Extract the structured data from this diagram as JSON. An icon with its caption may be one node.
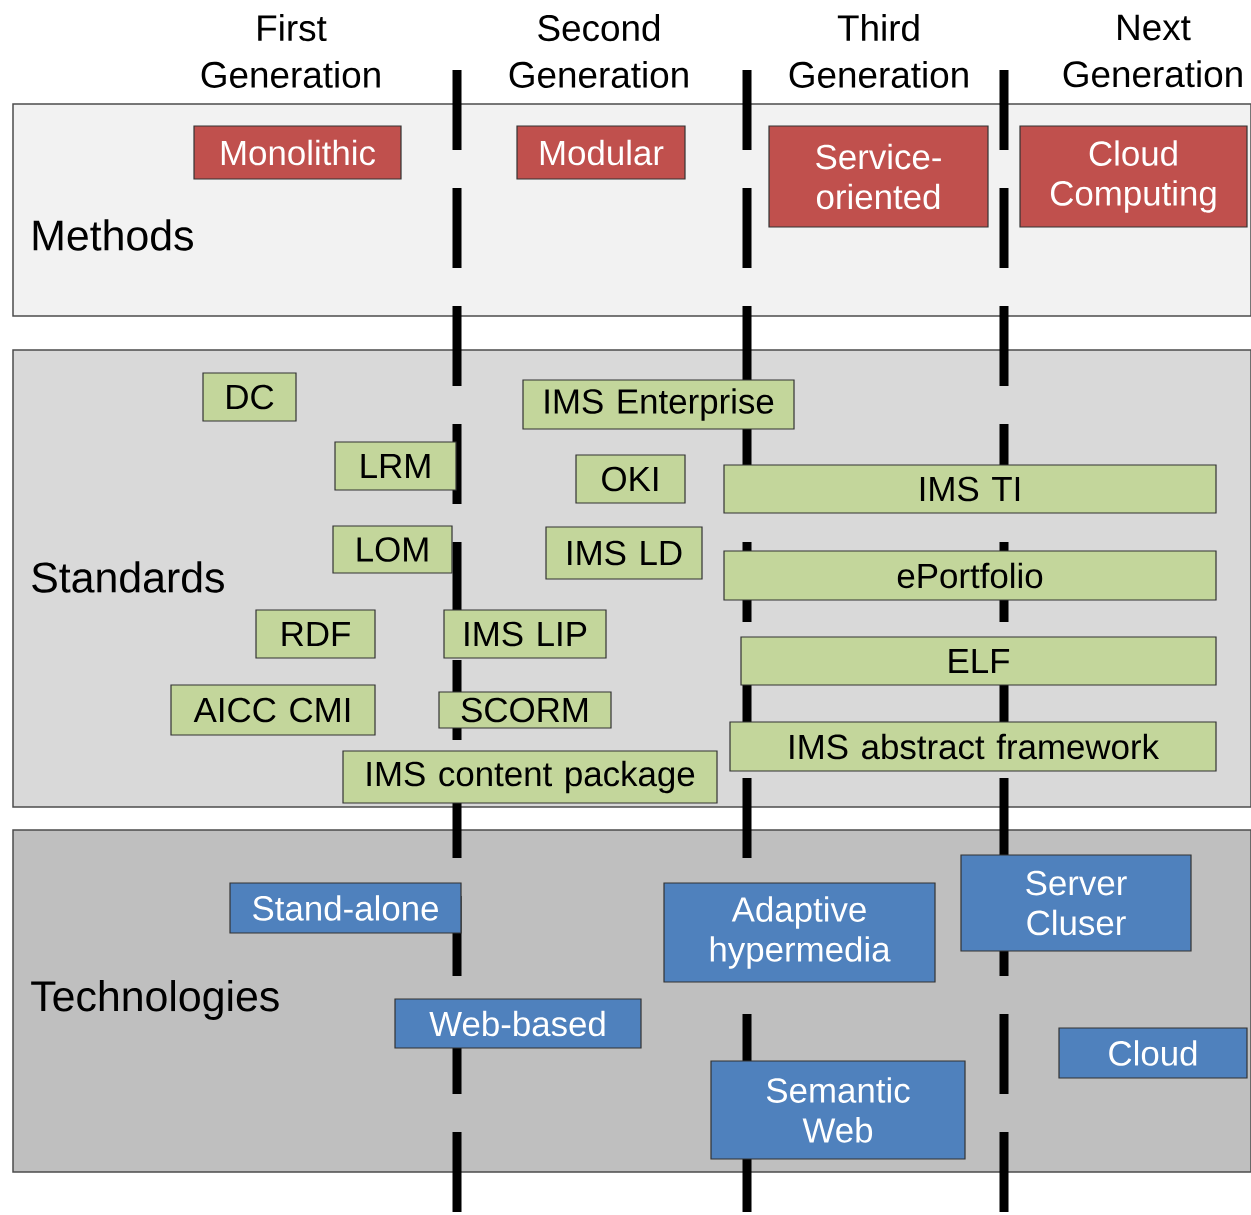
{
  "diagram": {
    "nodes": [
      {
        "text": [
          "Methods"
        ]
      },
      {
        "text": [
          "Monolithic"
        ],
        "in": 0
      },
      {
        "text": [
          "Modular"
        ],
        "in": 0
      },
      {
        "text": [
          "Service-oriented"
        ],
        "in": 0
      },
      {
        "text": [
          "Cloud Computing"
        ],
        "in": 0
      },
      {
        "text": [
          "Standards"
        ]
      },
      {
        "text": [
          "DC"
        ],
        "in": 5
      },
      {
        "text": [
          "LRM"
        ],
        "in": 5
      },
      {
        "text": [
          "LOM"
        ],
        "in": 5
      },
      {
        "text": [
          "RDF"
        ],
        "in": 5
      },
      {
        "text": [
          "AICC CMI"
        ],
        "in": 5
      },
      {
        "text": [
          "IMS Enterprise"
        ],
        "in": 5
      },
      {
        "text": [
          "OKI"
        ],
        "in": 5
      },
      {
        "text": [
          "IMS LD"
        ],
        "in": 5
      },
      {
        "text": [
          "IMS LIP"
        ],
        "in": 5
      },
      {
        "text": [
          "SCORM"
        ],
        "in": 5
      },
      {
        "text": [
          "IMS content package"
        ],
        "in": 5
      },
      {
        "text": [
          "IMS TI"
        ],
        "in": 5
      },
      {
        "text": [
          "ePortfolio"
        ],
        "in": 5
      },
      {
        "text": [
          "ELF"
        ],
        "in": 5
      },
      {
        "text": [
          "IMS abstract framework"
        ],
        "in": 5
      },
      {
        "text": [
          "Technologies"
        ]
      },
      {
        "text": [
          "Stand-alone"
        ],
        "in": 21
      },
      {
        "text": [
          "Web-based"
        ],
        "in": 21
      },
      {
        "text": [
          "Adaptive hypermedia"
        ],
        "in": 21
      },
      {
        "text": [
          "Semantic Web"
        ],
        "in": 21
      },
      {
        "text": [
          "Server Cluser"
        ],
        "in": 21
      },
      {
        "text": [
          "Cloud"
        ],
        "in": 21
      }
    ],
    "edges": [],
    "labels": [
      "First Generation",
      "Second Generation",
      "Third Generation",
      "Next Generation"
    ]
  }
}
